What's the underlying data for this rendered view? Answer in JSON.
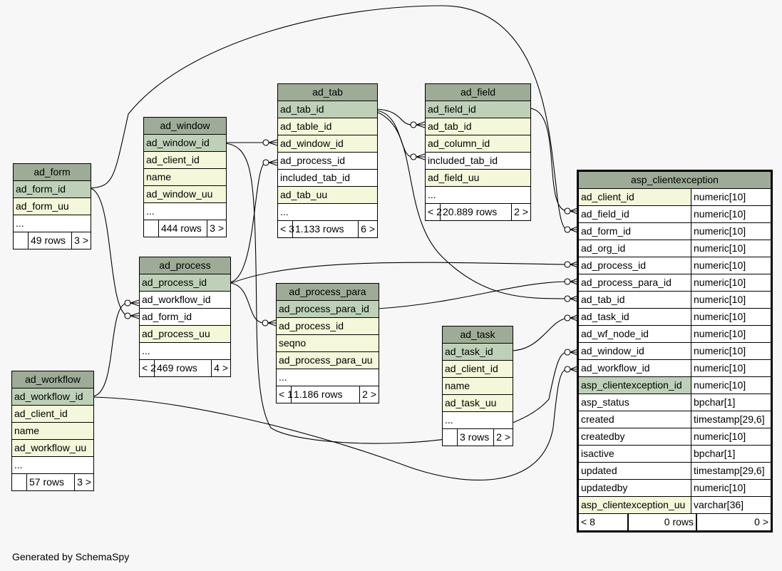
{
  "tables": {
    "ad_form": {
      "name": "ad_form",
      "rows": [
        {
          "text": "ad_form_id",
          "kind": "pk"
        },
        {
          "text": "ad_form_uu",
          "kind": "fk"
        },
        {
          "text": "...",
          "kind": "plain"
        }
      ],
      "foot": [
        "",
        "49 rows",
        "3 >"
      ]
    },
    "ad_window": {
      "name": "ad_window",
      "rows": [
        {
          "text": "ad_window_id",
          "kind": "pk"
        },
        {
          "text": "ad_client_id",
          "kind": "fk"
        },
        {
          "text": "name",
          "kind": "fk"
        },
        {
          "text": "ad_window_uu",
          "kind": "fk"
        },
        {
          "text": "...",
          "kind": "plain"
        }
      ],
      "foot": [
        "",
        "444 rows",
        "3 >"
      ]
    },
    "ad_tab": {
      "name": "ad_tab",
      "rows": [
        {
          "text": "ad_tab_id",
          "kind": "pk"
        },
        {
          "text": "ad_table_id",
          "kind": "fk"
        },
        {
          "text": "ad_window_id",
          "kind": "fk"
        },
        {
          "text": "ad_process_id",
          "kind": "plain"
        },
        {
          "text": "included_tab_id",
          "kind": "plain"
        },
        {
          "text": "ad_tab_uu",
          "kind": "fk"
        },
        {
          "text": "...",
          "kind": "plain"
        }
      ],
      "foot": [
        "< 3",
        "1.133 rows",
        "6 >"
      ]
    },
    "ad_field": {
      "name": "ad_field",
      "rows": [
        {
          "text": "ad_field_id",
          "kind": "pk"
        },
        {
          "text": "ad_tab_id",
          "kind": "fk"
        },
        {
          "text": "ad_column_id",
          "kind": "fk"
        },
        {
          "text": "included_tab_id",
          "kind": "plain"
        },
        {
          "text": "ad_field_uu",
          "kind": "fk"
        },
        {
          "text": "...",
          "kind": "plain"
        }
      ],
      "foot": [
        "< 2",
        "20.889 rows",
        "2 >"
      ]
    },
    "ad_process": {
      "name": "ad_process",
      "rows": [
        {
          "text": "ad_process_id",
          "kind": "pk"
        },
        {
          "text": "ad_workflow_id",
          "kind": "plain"
        },
        {
          "text": "ad_form_id",
          "kind": "plain"
        },
        {
          "text": "ad_process_uu",
          "kind": "fk"
        },
        {
          "text": "...",
          "kind": "plain"
        }
      ],
      "foot": [
        "< 2",
        "469 rows",
        "4 >"
      ]
    },
    "ad_process_para": {
      "name": "ad_process_para",
      "rows": [
        {
          "text": "ad_process_para_id",
          "kind": "pk"
        },
        {
          "text": "ad_process_id",
          "kind": "fk"
        },
        {
          "text": "seqno",
          "kind": "fk"
        },
        {
          "text": "ad_process_para_uu",
          "kind": "fk"
        },
        {
          "text": "...",
          "kind": "plain"
        }
      ],
      "foot": [
        "< 1",
        "1.186 rows",
        "2 >"
      ]
    },
    "ad_task": {
      "name": "ad_task",
      "rows": [
        {
          "text": "ad_task_id",
          "kind": "pk"
        },
        {
          "text": "ad_client_id",
          "kind": "fk"
        },
        {
          "text": "name",
          "kind": "fk"
        },
        {
          "text": "ad_task_uu",
          "kind": "fk"
        },
        {
          "text": "...",
          "kind": "plain"
        }
      ],
      "foot": [
        "",
        "3 rows",
        "2 >"
      ]
    },
    "ad_workflow": {
      "name": "ad_workflow",
      "rows": [
        {
          "text": "ad_workflow_id",
          "kind": "pk"
        },
        {
          "text": "ad_client_id",
          "kind": "fk"
        },
        {
          "text": "name",
          "kind": "fk"
        },
        {
          "text": "ad_workflow_uu",
          "kind": "fk"
        },
        {
          "text": "...",
          "kind": "plain"
        }
      ],
      "foot": [
        "",
        "57 rows",
        "3 >"
      ]
    }
  },
  "main_table": {
    "name": "asp_clientexception",
    "rows": [
      {
        "col": "ad_client_id",
        "type": "numeric[10]",
        "kind": "fk"
      },
      {
        "col": "ad_field_id",
        "type": "numeric[10]",
        "kind": "plain"
      },
      {
        "col": "ad_form_id",
        "type": "numeric[10]",
        "kind": "plain"
      },
      {
        "col": "ad_org_id",
        "type": "numeric[10]",
        "kind": "plain"
      },
      {
        "col": "ad_process_id",
        "type": "numeric[10]",
        "kind": "plain"
      },
      {
        "col": "ad_process_para_id",
        "type": "numeric[10]",
        "kind": "plain"
      },
      {
        "col": "ad_tab_id",
        "type": "numeric[10]",
        "kind": "plain"
      },
      {
        "col": "ad_task_id",
        "type": "numeric[10]",
        "kind": "plain"
      },
      {
        "col": "ad_wf_node_id",
        "type": "numeric[10]",
        "kind": "plain"
      },
      {
        "col": "ad_window_id",
        "type": "numeric[10]",
        "kind": "plain"
      },
      {
        "col": "ad_workflow_id",
        "type": "numeric[10]",
        "kind": "plain"
      },
      {
        "col": "asp_clientexception_id",
        "type": "numeric[10]",
        "kind": "pk"
      },
      {
        "col": "asp_status",
        "type": "bpchar[1]",
        "kind": "plain"
      },
      {
        "col": "created",
        "type": "timestamp[29,6]",
        "kind": "plain"
      },
      {
        "col": "createdby",
        "type": "numeric[10]",
        "kind": "plain"
      },
      {
        "col": "isactive",
        "type": "bpchar[1]",
        "kind": "plain"
      },
      {
        "col": "updated",
        "type": "timestamp[29,6]",
        "kind": "plain"
      },
      {
        "col": "updatedby",
        "type": "numeric[10]",
        "kind": "plain"
      },
      {
        "col": "asp_clientexception_uu",
        "type": "varchar[36]",
        "kind": "fk"
      }
    ],
    "foot": [
      "< 8",
      "0 rows",
      "0 >"
    ]
  },
  "colors": {
    "header": "#9eab96",
    "primary_key": "#bed1b8",
    "column": "#f4f7da",
    "plain": "#ffffff",
    "background": "#f7f7f7"
  },
  "footer_note": "Generated by SchemaSpy"
}
